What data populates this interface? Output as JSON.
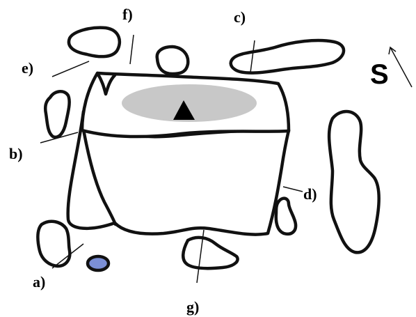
{
  "labels": {
    "a": "a)",
    "b": "b)",
    "c": "c)",
    "d": "d)",
    "e": "e)",
    "f": "f)",
    "g": "g)"
  },
  "compass": {
    "letter": "S"
  },
  "colors": {
    "outline": "#111111",
    "central_ellipse": "#c8c8c8",
    "marker_triangle": "#000000",
    "blue_dot": "#7b8fd6"
  }
}
